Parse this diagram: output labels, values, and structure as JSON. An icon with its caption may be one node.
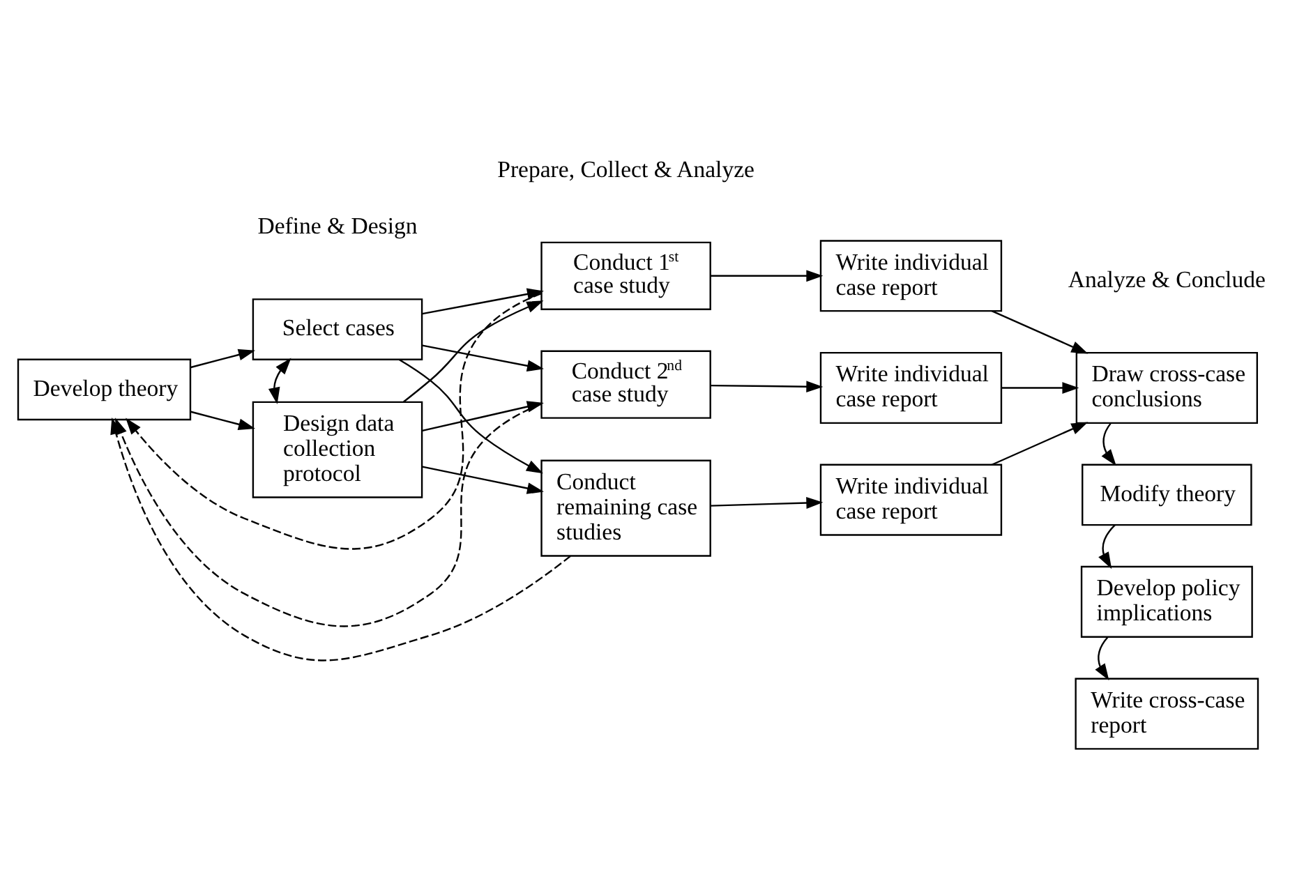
{
  "diagram": {
    "nodes": [
      {
        "text": [
          "Develop theory"
        ]
      },
      {
        "text": [
          "Select cases"
        ]
      },
      {
        "text": [
          "Design data collection protocol"
        ]
      },
      {
        "text": [
          "Conduct 1$^{st}$ case study"
        ]
      },
      {
        "text": [
          "Conduct 2$^{nd}$ case study"
        ]
      },
      {
        "text": [
          "Conduct remaining case studies"
        ]
      },
      {
        "text": [
          "Write individual case report"
        ]
      },
      {
        "text": [
          "Write individual case report"
        ]
      },
      {
        "text": [
          "Write individual case report"
        ]
      },
      {
        "text": [
          "Draw cross-case conclusions"
        ]
      },
      {
        "text": [
          "Modify theory"
        ]
      },
      {
        "text": [
          "Develop policy implications"
        ]
      },
      {
        "text": [
          "Write cross-case report"
        ]
      }
    ],
    "edges": [
      {
        "from": 0,
        "to": 1,
        "arrow": "to"
      },
      {
        "from": 0,
        "to": 2,
        "arrow": "to"
      },
      {
        "from": 1,
        "to": 2,
        "arrow": "both"
      },
      {
        "from": 1,
        "to": 3,
        "arrow": "to"
      },
      {
        "from": 1,
        "to": 4,
        "arrow": "to"
      },
      {
        "from": 1,
        "to": 5,
        "arrow": "to"
      },
      {
        "from": 2,
        "to": 3,
        "arrow": "to"
      },
      {
        "from": 2,
        "to": 4,
        "arrow": "to"
      },
      {
        "from": 2,
        "to": 5,
        "arrow": "to"
      },
      {
        "from": 3,
        "to": 0,
        "arrow": "to",
        "style": "dashed"
      },
      {
        "from": 4,
        "to": 0,
        "arrow": "to",
        "style": "dashed"
      },
      {
        "from": 5,
        "to": 0,
        "arrow": "to",
        "style": "dashed"
      },
      {
        "from": 3,
        "to": 6,
        "arrow": "to"
      },
      {
        "from": 4,
        "to": 7,
        "arrow": "to"
      },
      {
        "from": 5,
        "to": 8,
        "arrow": "to"
      },
      {
        "from": 6,
        "to": 9,
        "arrow": "to"
      },
      {
        "from": 7,
        "to": 9,
        "arrow": "to"
      },
      {
        "from": 8,
        "to": 9,
        "arrow": "to"
      },
      {
        "from": 9,
        "to": 10,
        "arrow": "to"
      },
      {
        "from": 10,
        "to": 11,
        "arrow": "to"
      },
      {
        "from": 11,
        "to": 12,
        "arrow": "to"
      }
    ],
    "labels": [
      "Define & Design",
      "Prepare, Collect & Analyze",
      "Analyze & Conclude"
    ]
  }
}
